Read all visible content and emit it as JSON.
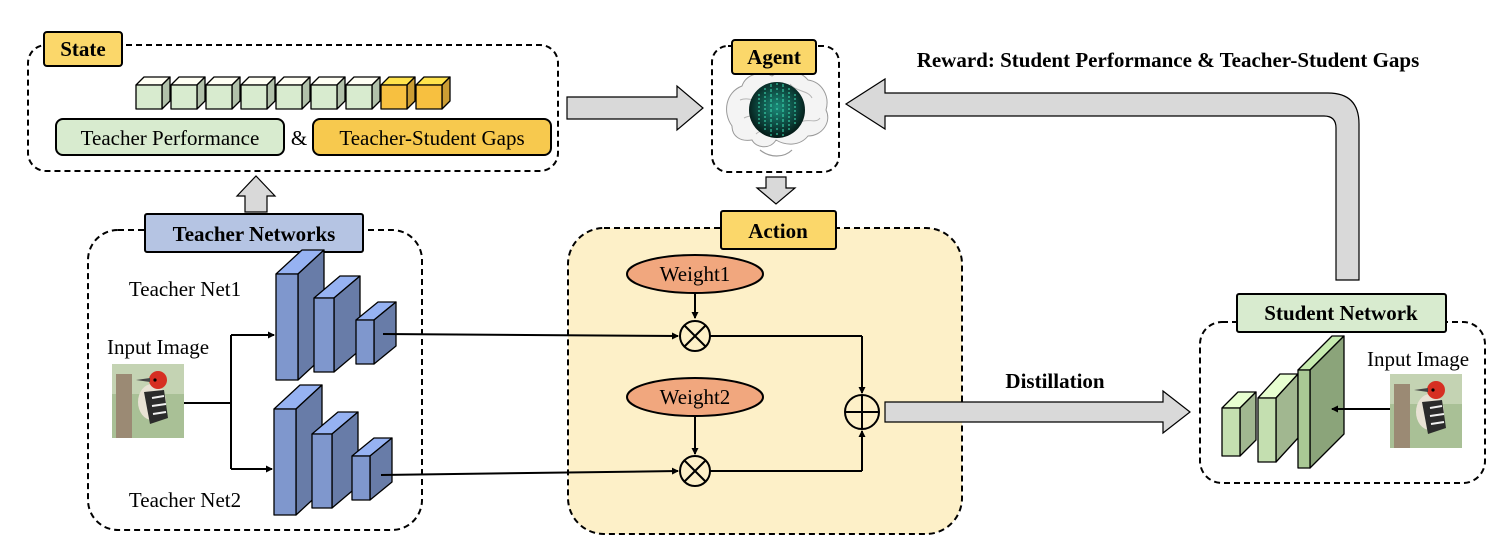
{
  "state": {
    "title": "State",
    "teacher_performance": "Teacher Performance",
    "ampersand": "&",
    "teacher_student_gaps": "Teacher-Student Gaps"
  },
  "agent": {
    "title": "Agent"
  },
  "reward": {
    "label": "Reward: Student Performance & Teacher-Student Gaps"
  },
  "teacher_networks": {
    "title": "Teacher Networks",
    "net1": "Teacher Net1",
    "net2": "Teacher Net2",
    "input_image": "Input Image"
  },
  "action": {
    "title": "Action",
    "weight1": "Weight1",
    "weight2": "Weight2"
  },
  "distillation": {
    "label": "Distillation"
  },
  "student_network": {
    "title": "Student Network",
    "input_image": "Input Image"
  },
  "colors": {
    "state_green": "#d8ebcf",
    "state_orange": "#f7c040",
    "title_yellow": "#fbd76a",
    "teacher_blue": "#7f97cd",
    "teacher_title_blue": "#b5c4e3",
    "action_bg": "#fdf0c8",
    "weight_salmon": "#f1a77e",
    "student_green": "#c4dfb0",
    "arrow_gray": "#d9d9d9"
  }
}
